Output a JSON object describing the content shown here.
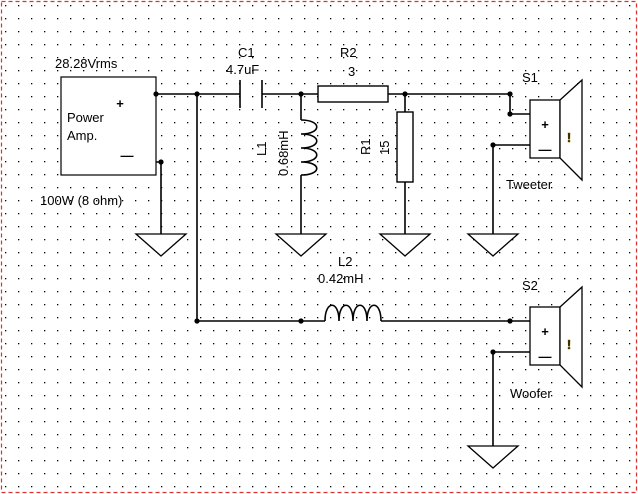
{
  "amplifier": {
    "voltage": "28.28Vrms",
    "name_line1": "Power",
    "name_line2": "Amp.",
    "power": "100W (8 ohm)",
    "plus_symbol": "+",
    "minus_symbol": "—"
  },
  "capacitor_c1": {
    "ref": "C1",
    "value": "4.7uF"
  },
  "resistor_r2": {
    "ref": "R2",
    "value": "3"
  },
  "inductor_l1": {
    "ref": "L1",
    "value": "0.68mH"
  },
  "resistor_r1": {
    "ref": "R1",
    "value": "15"
  },
  "inductor_l2": {
    "ref": "L2",
    "value": "0.42mH"
  },
  "speaker_s1": {
    "ref": "S1",
    "label": "Tweeter",
    "plus_symbol": "+",
    "minus_symbol": "—",
    "mark": "!"
  },
  "speaker_s2": {
    "ref": "S2",
    "label": "Woofer",
    "plus_symbol": "+",
    "minus_symbol": "—",
    "mark": "!"
  },
  "colors": {
    "border": "#e03030",
    "grid_dot": "#000000",
    "wire": "#000000",
    "plus": "#ff0000",
    "warning": "#f0d020"
  }
}
